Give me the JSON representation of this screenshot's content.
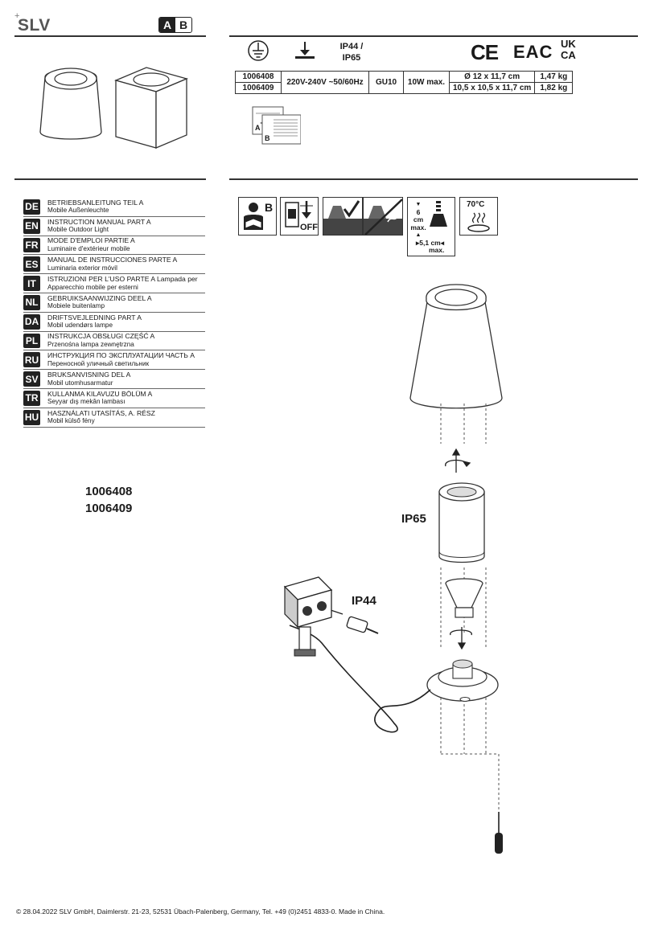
{
  "header": {
    "brand": "SLV",
    "tag_a": "A",
    "tag_b": "B"
  },
  "specs": {
    "ip_rating_line1": "IP44 /",
    "ip_rating_line2": "IP65",
    "rows": [
      {
        "article": "1006408",
        "dimensions": "Ø 12 x 11,7 cm",
        "weight": "1,47 kg"
      },
      {
        "article": "1006409",
        "dimensions": "10,5 x 10,5 x 11,7 cm",
        "weight": "1,82 kg"
      }
    ],
    "voltage": "220V-240V ~50/60Hz",
    "socket": "GU10",
    "power": "10W max.",
    "marks": {
      "ce": "CE",
      "eac": "EAC",
      "ukca_1": "UK",
      "ukca_2": "CA"
    },
    "doc_a": "A",
    "doc_b": "B"
  },
  "languages": [
    {
      "code": "DE",
      "title": "BETRIEBSANLEITUNG TEIL A",
      "subtitle": "Mobile Außenleuchte"
    },
    {
      "code": "EN",
      "title": "INSTRUCTION MANUAL PART A",
      "subtitle": "Mobile Outdoor Light"
    },
    {
      "code": "FR",
      "title": "MODE D'EMPLOI PARTIE A",
      "subtitle": "Luminaire d'extérieur mobile"
    },
    {
      "code": "ES",
      "title": "MANUAL DE INSTRUCCIONES PARTE A",
      "subtitle": "Luminaria exterior móvil"
    },
    {
      "code": "IT",
      "title": "ISTRUZIONI PER L'USO PARTE A  Lampada per",
      "subtitle": "Apparecchio mobile per esterni"
    },
    {
      "code": "NL",
      "title": "GEBRUIKSAANWIJZING DEEL A",
      "subtitle": "Mobiele buitenlamp"
    },
    {
      "code": "DA",
      "title": "DRIFTSVEJLEDNING PART A",
      "subtitle": "Mobil udendørs lampe"
    },
    {
      "code": "PL",
      "title": "INSTRUKCJA OBSŁUGI CZĘŚĆ A",
      "subtitle": "Przenośna lampa zewnętrzna"
    },
    {
      "code": "RU",
      "title": "ИНСТРУКЦИЯ ПО ЭКСПЛУАТАЦИИ ЧАСТЬ А",
      "subtitle": "Переносной уличный светильник"
    },
    {
      "code": "SV",
      "title": "BRUKSANVISNING DEL A",
      "subtitle": "Mobil utomhusarmatur"
    },
    {
      "code": "TR",
      "title": "KULLANMA KILAVUZU BÖLÜM A",
      "subtitle": "Seyyar dış mekân lambası"
    },
    {
      "code": "HU",
      "title": "HASZNÁLATI UTASÍTÁS, A. RÉSZ",
      "subtitle": "Mobil külső fény"
    }
  ],
  "icons_row": {
    "manual_b": "B",
    "off": "OFF",
    "distance_top": "6",
    "distance_top_unit": "cm",
    "distance_top_max": "max.",
    "distance_side": "5,1 cm",
    "distance_side_max": "max.",
    "temperature": "70°C"
  },
  "article_numbers": [
    "1006408",
    "1006409"
  ],
  "diagram": {
    "ip65_label": "IP65",
    "ip44_label": "IP44"
  },
  "footer": "© 28.04.2022 SLV GmbH, Daimlerstr. 21-23, 52531 Übach-Palenberg, Germany, Tel. +49 (0)2451 4833-0. Made in China."
}
